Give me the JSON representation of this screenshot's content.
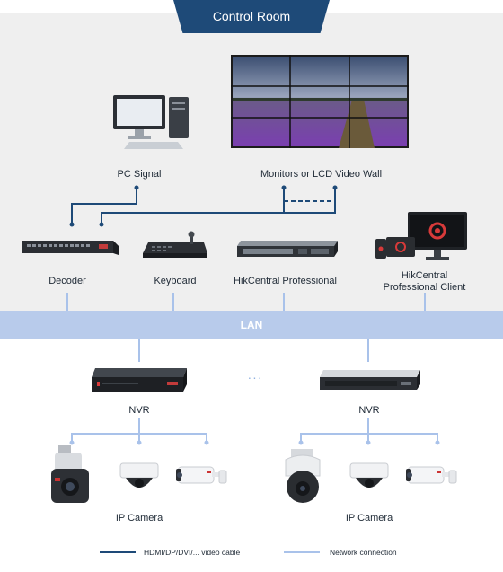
{
  "header": {
    "title": "Control Room"
  },
  "lan": {
    "label": "LAN"
  },
  "devices": {
    "pc": "PC Signal",
    "wall": "Monitors or LCD Video Wall",
    "decoder": "Decoder",
    "keyboard": "Keyboard",
    "hcp": "HikCentral Professional",
    "client_line1": "HikCentral",
    "client_line2": "Professional Client",
    "nvr_left": "NVR",
    "nvr_right": "NVR",
    "cam_left": "IP Camera",
    "cam_right": "IP Camera"
  },
  "legend": {
    "video": "HDMI/DP/DVI/... video cable",
    "network": "Network connection"
  },
  "colors": {
    "video_cable": "#1e4a78",
    "network": "#a9c2ea",
    "lan": "#b8cbeb"
  }
}
